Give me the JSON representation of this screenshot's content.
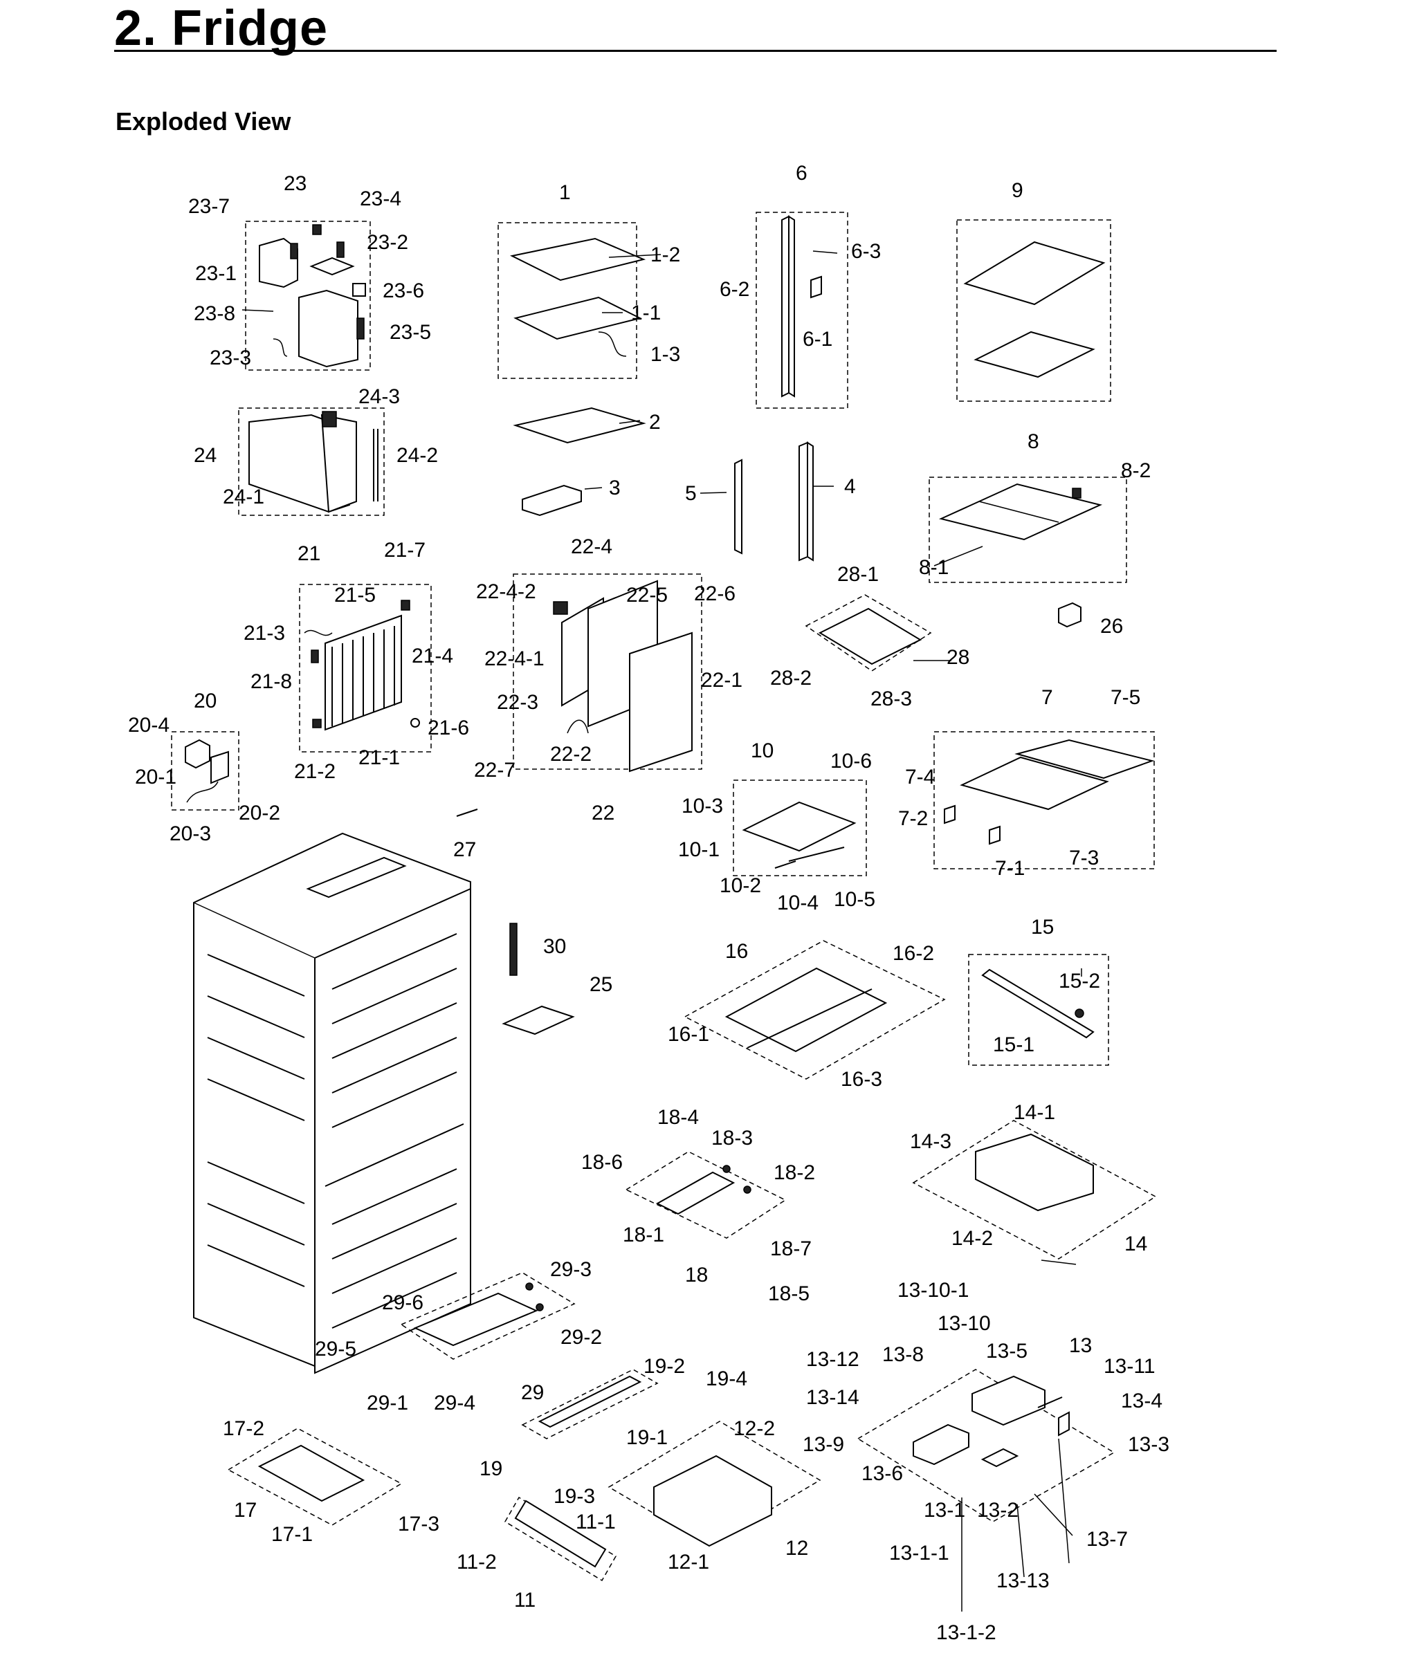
{
  "page": {
    "title": "2.  Fridge",
    "subtitle": "Exploded View"
  },
  "labels": [
    "23",
    "23-7",
    "23-4",
    "23-2",
    "23-1",
    "23-6",
    "23-8",
    "23-5",
    "23-3",
    "24-3",
    "24",
    "24-2",
    "24-1",
    "1",
    "1-2",
    "1-1",
    "1-3",
    "2",
    "3",
    "6",
    "6-3",
    "6-2",
    "6-1",
    "5",
    "4",
    "9",
    "8",
    "8-2",
    "8-1",
    "26",
    "21",
    "21-7",
    "21-5",
    "21-3",
    "21-4",
    "21-8",
    "21-6",
    "21-1",
    "21-2",
    "22-4",
    "22-4-2",
    "22-5",
    "22-6",
    "22-4-1",
    "22-1",
    "22-3",
    "22-2",
    "22-7",
    "22",
    "28-1",
    "28",
    "28-2",
    "28-3",
    "20",
    "20-4",
    "20-1",
    "20-2",
    "20-3",
    "7",
    "7-5",
    "7-4",
    "7-2",
    "7-1",
    "7-3",
    "10",
    "10-6",
    "10-3",
    "10-1",
    "10-2",
    "10-4",
    "10-5",
    "27",
    "30",
    "25",
    "15",
    "15-2",
    "15-1",
    "16",
    "16-2",
    "16-1",
    "16-3",
    "14-1",
    "14-3",
    "14-2",
    "14",
    "18-4",
    "18-3",
    "18-6",
    "18-2",
    "18-1",
    "18-7",
    "18",
    "18-5",
    "29-3",
    "29-6",
    "29-2",
    "29-5",
    "29-1",
    "29-4",
    "29",
    "19-2",
    "19-4",
    "19-1",
    "19",
    "19-3",
    "12-2",
    "12-1",
    "12",
    "17-2",
    "17",
    "17-1",
    "17-3",
    "11-1",
    "11-2",
    "11",
    "13-10-1",
    "13-10",
    "13-8",
    "13-5",
    "13",
    "13-12",
    "13-11",
    "13-14",
    "13-4",
    "13-9",
    "13-3",
    "13-6",
    "13-1",
    "13-2",
    "13-1-1",
    "13-7",
    "13-13",
    "13-1-2"
  ]
}
